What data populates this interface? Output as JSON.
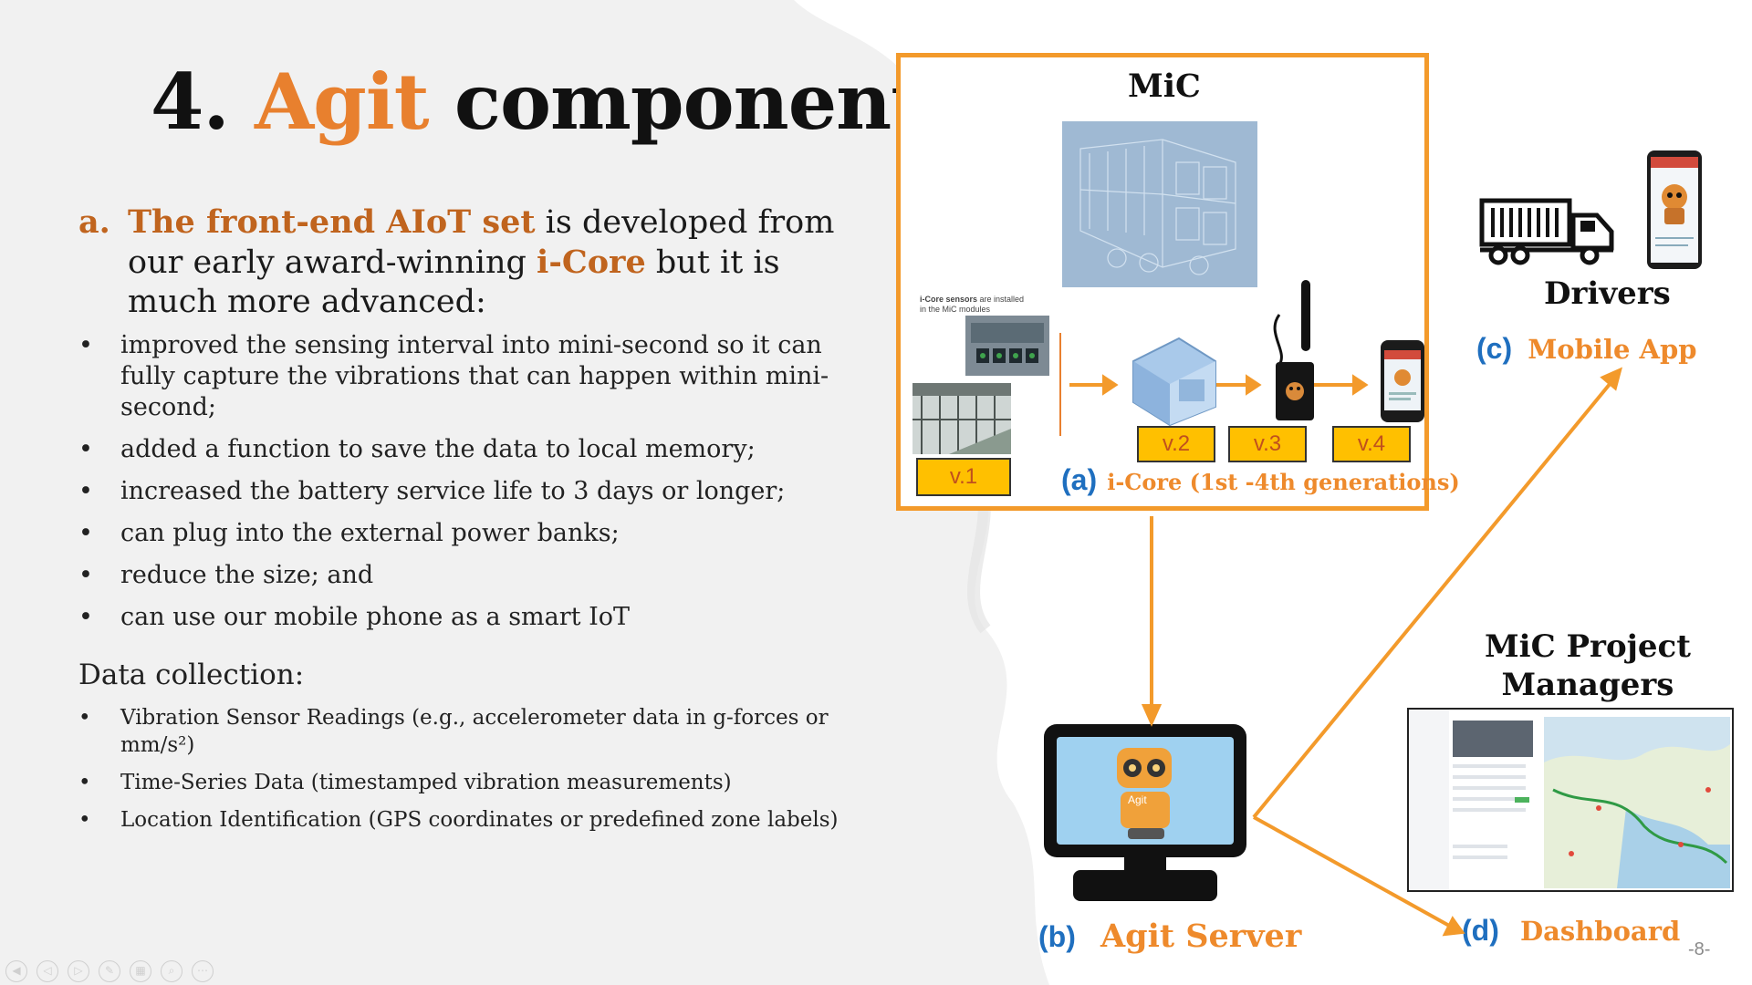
{
  "slide": {
    "title_prefix": "4.",
    "title_accent": "Agit",
    "title_rest": "components",
    "page_number": "-8-"
  },
  "section_a": {
    "label": "a.",
    "highlight_1": "The front-end AIoT set",
    "text_1": " is developed from our early award-winning ",
    "highlight_2": "i-Core",
    "text_2": " but it is much more advanced:"
  },
  "features": [
    "improved the sensing interval into mini-second so it can fully capture the vibrations that can happen within mini-second;",
    "added a function to save the data to local memory;",
    "increased the battery service life to 3 days or longer;",
    "can plug into the external power banks;",
    "reduce the size; and",
    "can use our mobile phone as a smart IoT"
  ],
  "data_collection": {
    "heading": "Data collection:",
    "items": [
      "Vibration Sensor Readings (e.g., accelerometer data in g-forces or mm/s²)",
      "Time-Series Data (timestamped vibration measurements)",
      "Location Identification (GPS coordinates or predefined zone labels)"
    ]
  },
  "diagram": {
    "mic_title": "MiC",
    "sensor_caption_bold": "i-Core sensors",
    "sensor_caption_rest": " are installed in the MiC modules",
    "versions": [
      "v.1",
      "v.2",
      "v.3",
      "v.4"
    ],
    "icore_label_letter": "(a)",
    "icore_label_text": "i-Core (1st -4th generations)",
    "drivers_title": "Drivers",
    "mobile_letter": "(c)",
    "mobile_label": "Mobile App",
    "server_letter": "(b)",
    "server_label": "Agit Server",
    "managers_title_1": "MiC Project",
    "managers_title_2": "Managers",
    "dashboard_letter": "(d)",
    "dashboard_label": "Dashboard",
    "robot_badge": "Agit",
    "accent_color": "#f39a2b",
    "label_blue": "#1f6fbf",
    "version_fill": "#ffc000"
  },
  "player_controls": [
    "back-icon",
    "play-back-icon",
    "play-icon",
    "pen-icon",
    "slides-icon",
    "zoom-icon",
    "more-icon"
  ]
}
